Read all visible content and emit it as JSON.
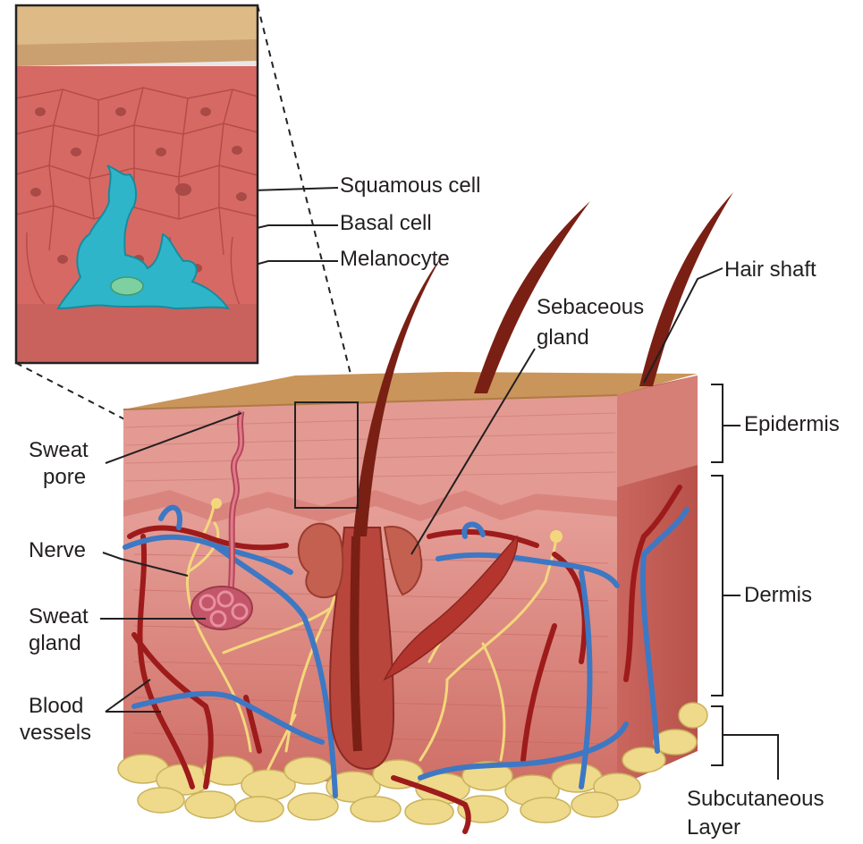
{
  "labels": {
    "squamous_cell": "Squamous cell",
    "basal_cell": "Basal cell",
    "melanocyte": "Melanocyte",
    "hair_shaft": "Hair shaft",
    "sebaceous_gland_1": "Sebaceous",
    "sebaceous_gland_2": "gland",
    "epidermis": "Epidermis",
    "dermis": "Dermis",
    "subcutaneous_1": "Subcutaneous",
    "subcutaneous_2": "Layer",
    "sweat_pore_1": "Sweat",
    "sweat_pore_2": "pore",
    "nerve": "Nerve",
    "sweat_gland_1": "Sweat",
    "sweat_gland_2": "gland",
    "blood_vessels_1": "Blood",
    "blood_vessels_2": "vessels"
  },
  "colors": {
    "skin_surface": "#c9955a",
    "epidermis": "#d98a86",
    "dermis": "#d9776f",
    "fat": "#efd98a",
    "blood_vessel_red": "#9e1b1b",
    "blood_vessel_blue": "#3d78c4",
    "nerve": "#f4d77c",
    "melanocyte": "#2fb5c9",
    "hair": "#7a1f14",
    "inset_background": "#e8e8e8"
  }
}
